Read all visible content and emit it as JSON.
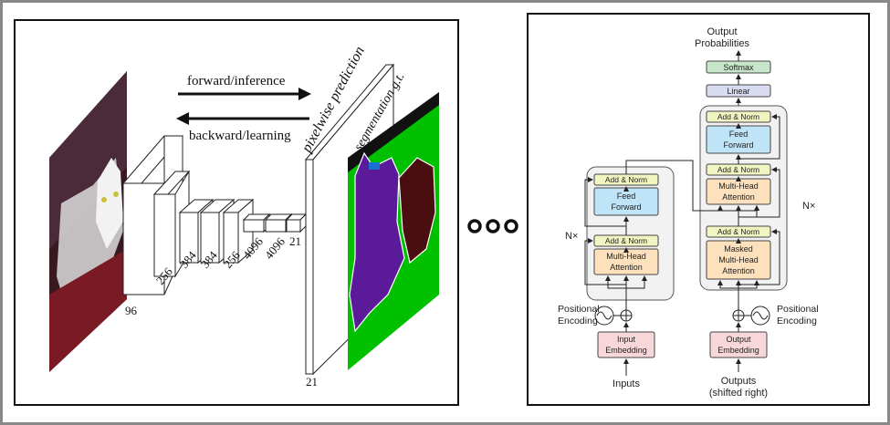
{
  "fcn": {
    "forward_label": "forward/inference",
    "backward_label": "backward/learning",
    "prediction_label": "pixelwise prediction",
    "gt_label": "segmentation g.t.",
    "dims": [
      "96",
      "256",
      "384",
      "384",
      "256",
      "4096",
      "4096",
      "21"
    ],
    "output_dim": "21"
  },
  "transformer": {
    "output_title_1": "Output",
    "output_title_2": "Probabilities",
    "softmax": "Softmax",
    "linear": "Linear",
    "add_norm": "Add & Norm",
    "feed_forward_1": "Feed",
    "feed_forward_2": "Forward",
    "mha_1": "Multi-Head",
    "mha_2": "Attention",
    "masked_mha_1": "Masked",
    "masked_mha_2": "Multi-Head",
    "masked_mha_3": "Attention",
    "nx_left": "N×",
    "nx_right": "N×",
    "pos_enc_1": "Positional",
    "pos_enc_2": "Encoding",
    "input_embedding_1": "Input",
    "input_embedding_2": "Embedding",
    "output_embedding_1": "Output",
    "output_embedding_2": "Embedding",
    "inputs": "Inputs",
    "outputs_1": "Outputs",
    "outputs_2": "(shifted right)"
  },
  "colors": {
    "softmax": "#c8e6c9",
    "linear": "#d9dcf0",
    "add_norm": "#f1f5c2",
    "feed_forward": "#bfe3f7",
    "attention": "#fce1bc",
    "embedding": "#f8d7da",
    "seg_background": "#00c000",
    "seg_dog": "#5a1a9a",
    "seg_cat": "#4a0e10"
  }
}
